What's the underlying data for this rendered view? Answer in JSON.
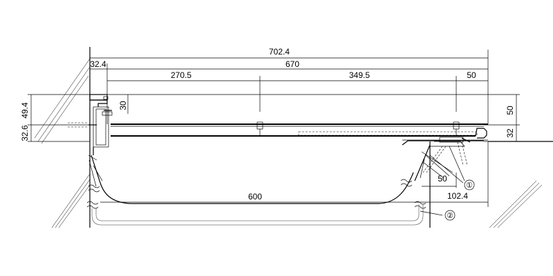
{
  "dimensions": {
    "overall_width": "702.4",
    "left_offset": "32.4",
    "inner_width": "670",
    "left_segment": "270.5",
    "right_segment": "349.5",
    "right_end": "50",
    "frame_depth": "30",
    "left_height_upper": "49.4",
    "left_height_lower": "32.6",
    "right_height_upper": "50",
    "right_height_lower": "32",
    "hook_spacing": "50",
    "right_offset": "102.4",
    "bottom_span": "600"
  },
  "callouts": {
    "callout_1": "①",
    "callout_2": "②"
  }
}
